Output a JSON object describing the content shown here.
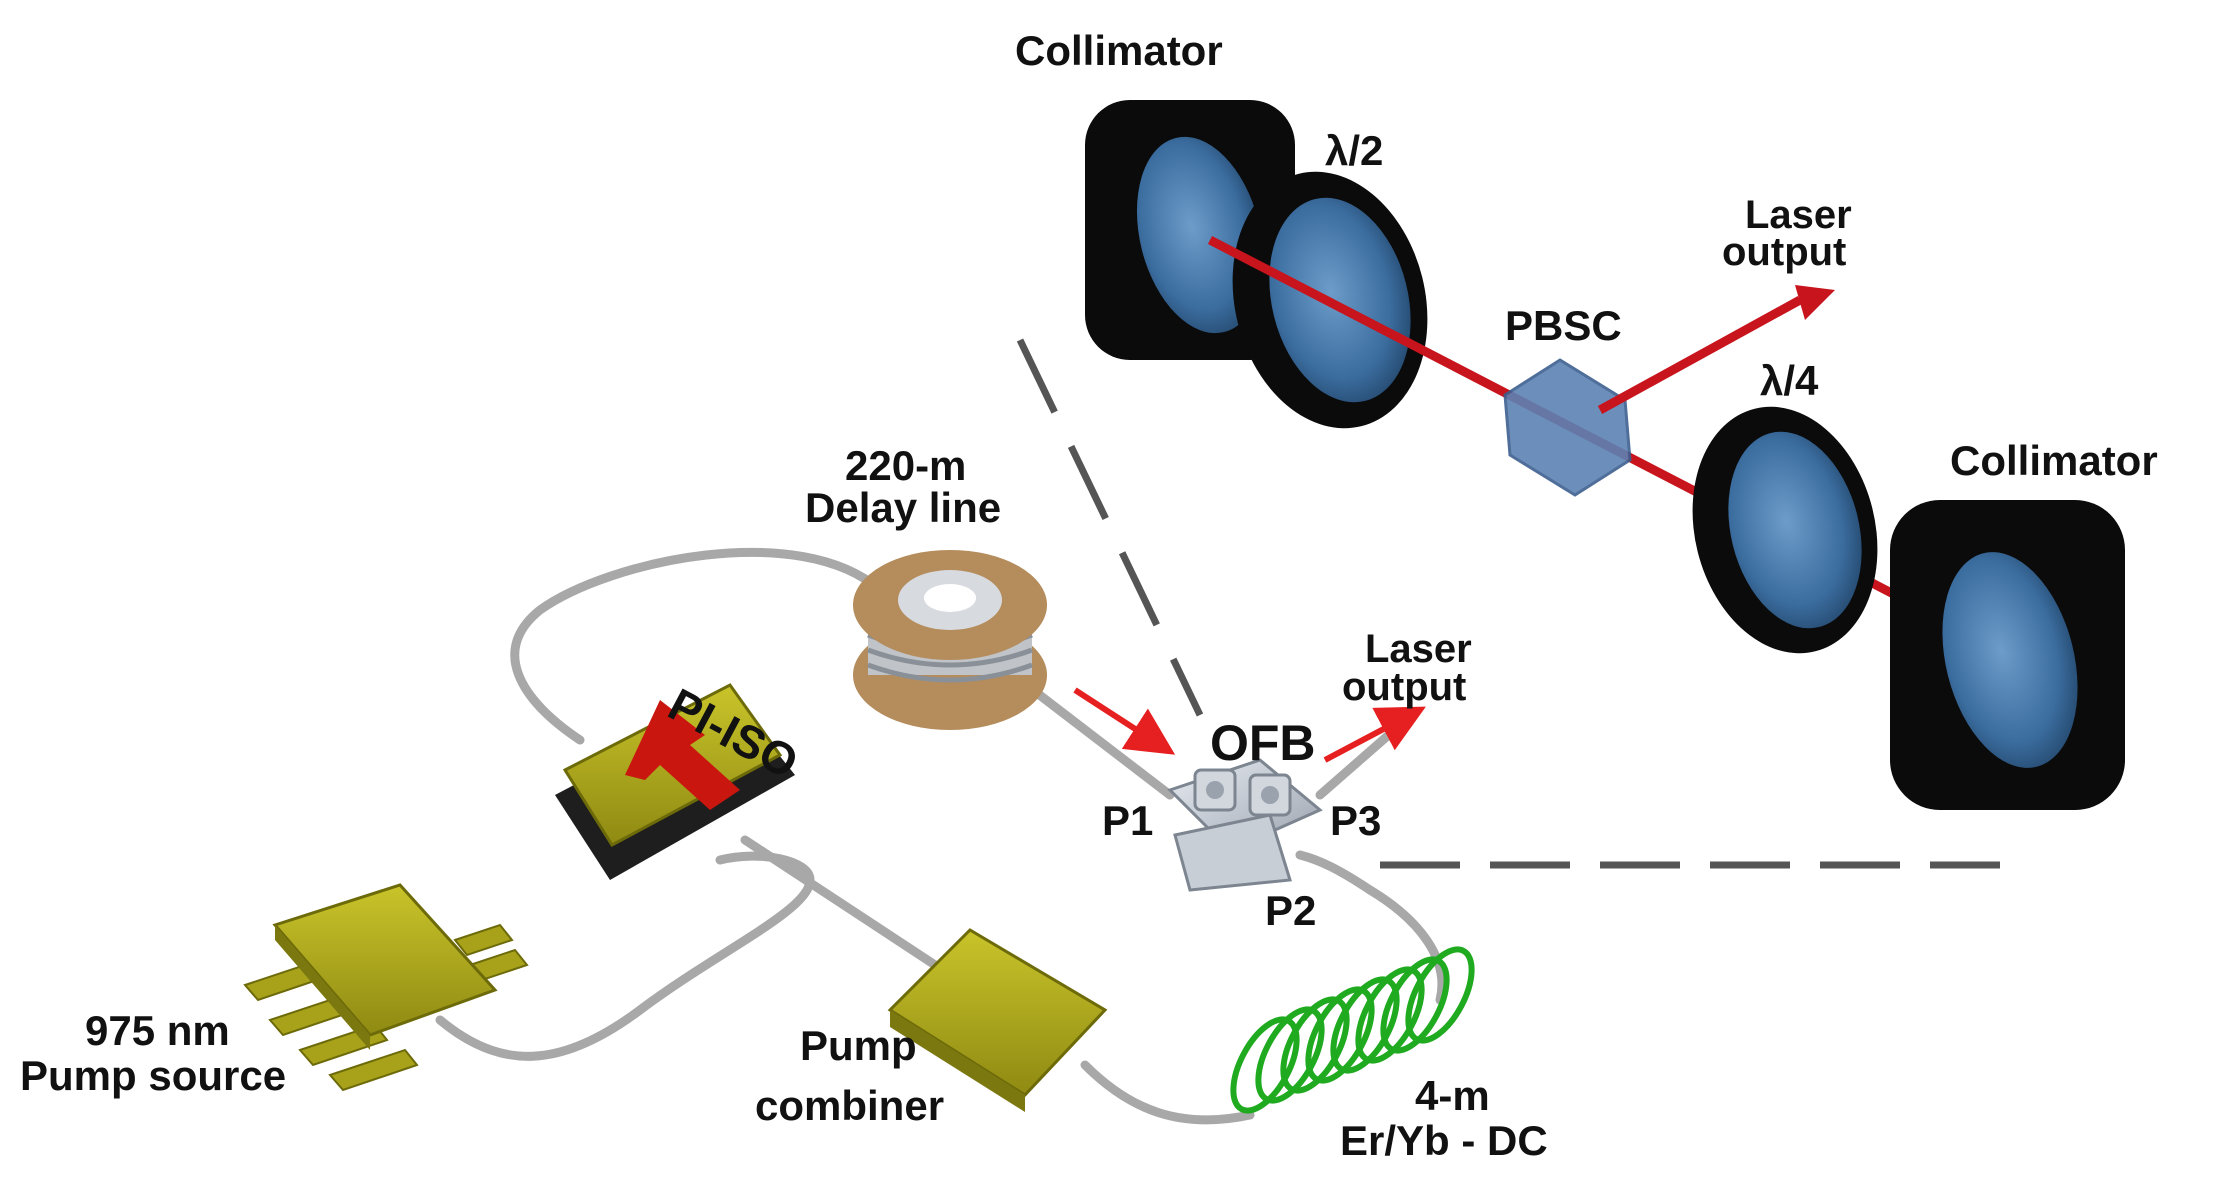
{
  "labels": {
    "collimator_top": "Collimator",
    "collimator_right": "Collimator",
    "half_wave": "λ/2",
    "quarter_wave": "λ/4",
    "pbsc": "PBSC",
    "laser_output_free_space": [
      "Laser",
      "output"
    ],
    "laser_output_fiber": [
      "Laser",
      "output"
    ],
    "delay_line": [
      "220-m",
      "Delay line"
    ],
    "isolator": "PI-ISO",
    "ofb": "OFB",
    "port_1": "P1",
    "port_2": "P2",
    "port_3": "P3",
    "pump_source": [
      "975 nm",
      "Pump source"
    ],
    "pump_combiner": [
      "Pump",
      "combiner"
    ],
    "gain_fiber": [
      "4-m",
      "Er/Yb - DC"
    ]
  },
  "colors": {
    "fiber": "#a8a8a8",
    "beam": "#c8141c",
    "component_olive": "#b5b11a",
    "lens_blue": "#2f5f8f",
    "cube_blue": "#5d82b4",
    "gain_coil": "#1faa1f",
    "spool": "#b58c5c",
    "arrow_red": "#e62020",
    "dash_line": "#555555"
  }
}
